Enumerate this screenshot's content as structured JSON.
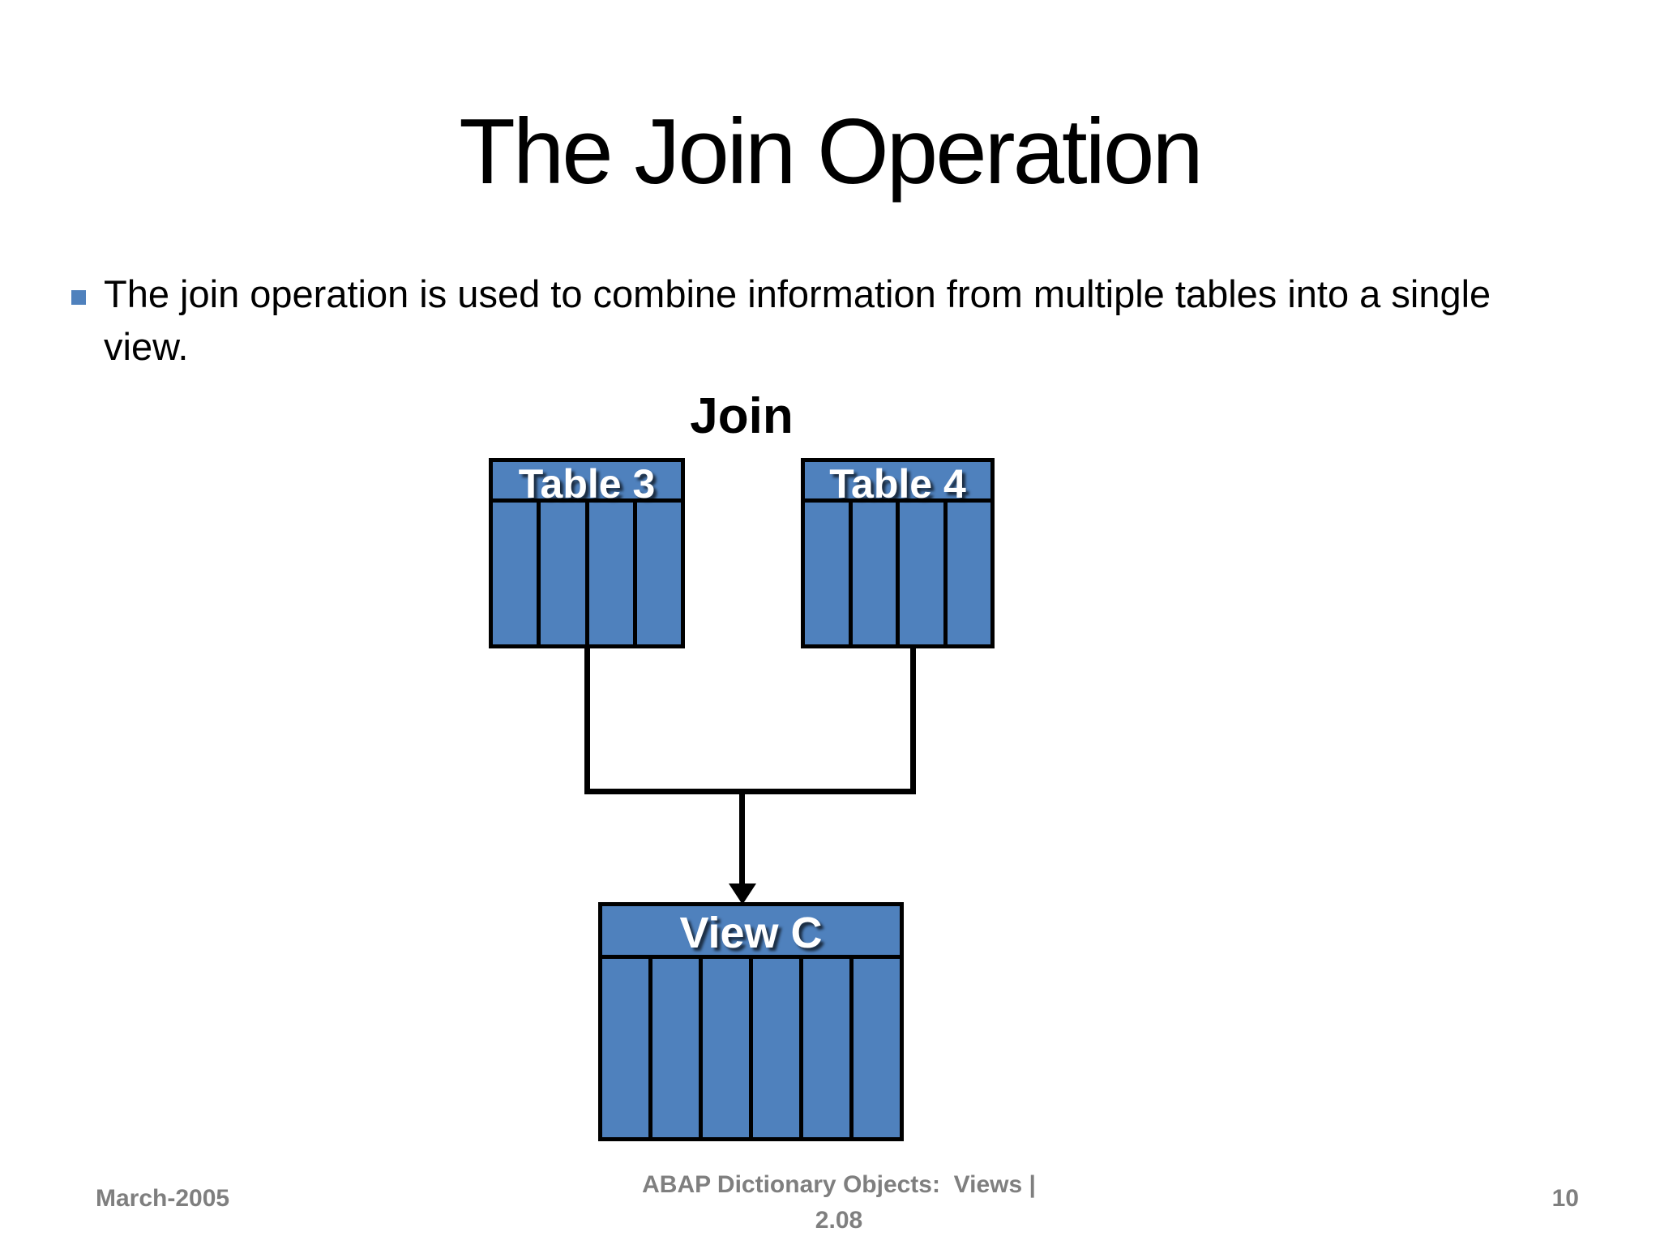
{
  "slide": {
    "title": "The Join Operation",
    "bullet": {
      "marker_shape": "square",
      "text": "The join operation is used to combine information from multiple tables into a single view."
    },
    "diagram": {
      "label": "Join",
      "tables": [
        {
          "name": "Table 3",
          "columns": 4
        },
        {
          "name": "Table 4",
          "columns": 4
        }
      ],
      "result_view": {
        "name": "View C",
        "columns": 6
      }
    },
    "footer": {
      "date": "March-2005",
      "center_lines": [
        "ABAP Dictionary Objects:  Views |",
        "2.08"
      ],
      "page_number": "10"
    },
    "colors": {
      "table_fill": "#4f81bd",
      "bullet_marker": "#4f81bd",
      "line_color": "#000000",
      "header_text": "#ffffff",
      "footer_text": "#7f7f7f",
      "background": "#ffffff"
    }
  }
}
